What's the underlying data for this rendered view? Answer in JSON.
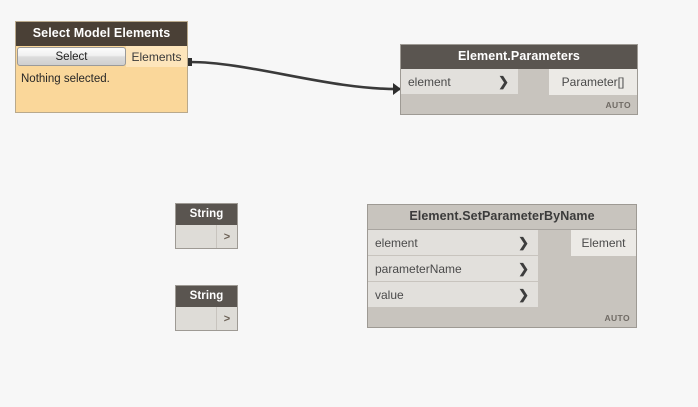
{
  "canvas": {
    "background_color": "#f7f7f7",
    "wire_color": "#3a3a3a"
  },
  "nodes": {
    "select_model_elements": {
      "title": "Select Model Elements",
      "select_button_label": "Select",
      "output_port_label": "Elements",
      "status_message": "Nothing selected.",
      "header_color": "#4a4036",
      "body_color": "#fad79a"
    },
    "element_parameters": {
      "title": "Element.Parameters",
      "state": "selected",
      "inputs": [
        {
          "label": "element",
          "chevron": "chevron-right-icon"
        }
      ],
      "outputs": [
        {
          "label": "Parameter[]"
        }
      ],
      "footer_label": "AUTO",
      "header_color": "#5a5550",
      "body_color": "#c8c4be"
    },
    "element_setparameterbyname": {
      "title": "Element.SetParameterByName",
      "state": "unselected",
      "inputs": [
        {
          "label": "element",
          "chevron": "chevron-right-icon"
        },
        {
          "label": "parameterName",
          "chevron": "chevron-right-icon"
        },
        {
          "label": "value",
          "chevron": "chevron-right-icon"
        }
      ],
      "outputs": [
        {
          "label": "Element"
        }
      ],
      "footer_label": "AUTO",
      "header_color": "#c8c4be",
      "body_color": "#c8c4be"
    },
    "string_1": {
      "title": "String",
      "value": "",
      "placeholder": "",
      "output_chevron": ">"
    },
    "string_2": {
      "title": "String",
      "value": "",
      "placeholder": "",
      "output_chevron": ">"
    }
  },
  "connections": [
    {
      "from_node": "select_model_elements",
      "from_port": "Elements",
      "to_node": "element_parameters",
      "to_port": "element"
    }
  ]
}
